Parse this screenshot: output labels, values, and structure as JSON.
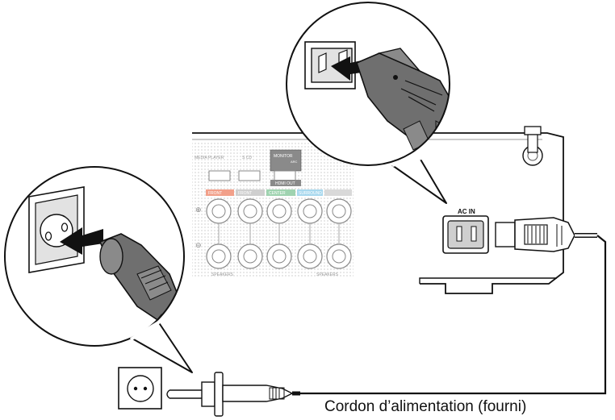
{
  "caption": "Cordon d’alimentation (fourni)",
  "receiver": {
    "ac_in_label": "AC IN",
    "hdmi_labels": [
      "MEDIA PLAYER",
      "S CD",
      "MONITOR",
      "ARC",
      "HDMI OUT"
    ],
    "speaker_tabs": [
      "FRONT",
      "FRONT",
      "CENTER",
      "SURROUND",
      ""
    ],
    "speaker_tab_colors": [
      "#f2a08a",
      "#cfcfcf",
      "#9fd3b0",
      "#a8d8ee",
      "#d9d9d9"
    ],
    "speaker_group_labels": [
      "SPEAKERS",
      "SPEAKERS"
    ],
    "polarity": [
      "⊕",
      "⊖"
    ]
  },
  "colors": {
    "outline": "#111111",
    "plug_fill": "#6f6f6f",
    "socket_fill": "#e2e2e2",
    "panel_dots": "#d7d7d7"
  }
}
